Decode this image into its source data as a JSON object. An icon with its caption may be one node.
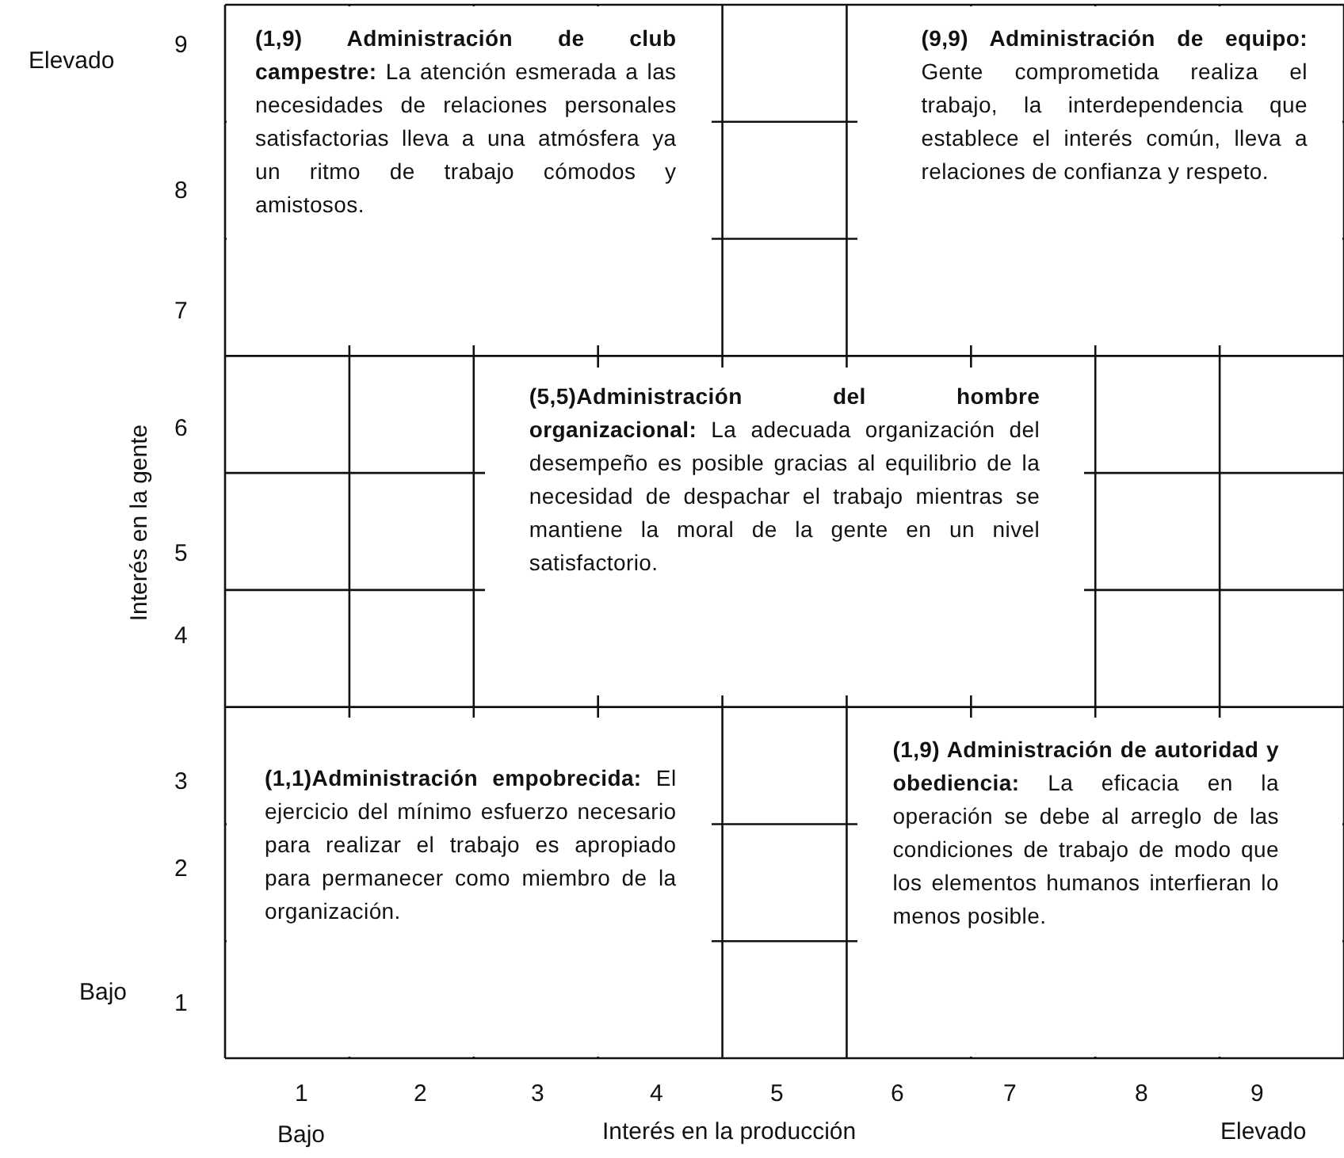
{
  "diagram": {
    "nodes": [
      {
        "text": [
          "**(1,9) Administración de club campestre:** La atención esmerada a las necesidades de relaciones personales satisfactorias lleva a una atmósfera ya un ritmo de trabajo cómodos y amistosos."
        ]
      },
      {
        "text": [
          "**(9,9) Administración de equipo:** Gente comprometida realiza el trabajo, la interdependencia que establece el interés común, lleva a relaciones de confianza y respeto."
        ]
      },
      {
        "text": [
          "**(5,5)Administración del hombre organizacional:** La adecuada organización del desempeño es posible gracias al equilibrio de la necesidad de despachar el trabajo mientras se mantiene la moral de la gente en un nivel satisfactorio."
        ]
      },
      {
        "text": [
          "**(1,1)Administración empobrecida:** El ejercicio del mínimo esfuerzo necesario para realizar el trabajo es apropiado para permanecer como miembro de la organización."
        ]
      },
      {
        "text": [
          "**(1,9) Administración de autoridad y obediencia:** La eficacia en la operación se debe al arreglo de las condiciones de trabajo de modo que los elementos humanos interfieran lo menos posible."
        ]
      }
    ],
    "labels": [
      "Elevado",
      "9",
      "8",
      "7",
      "Interés en la gente",
      "6",
      "5",
      "4",
      "3",
      "2",
      "Bajo",
      "1",
      "1",
      "2",
      "3",
      "4",
      "5",
      "6",
      "7",
      "8",
      "9",
      "Bajo",
      "Interés en la producción",
      "Elevado"
    ]
  }
}
